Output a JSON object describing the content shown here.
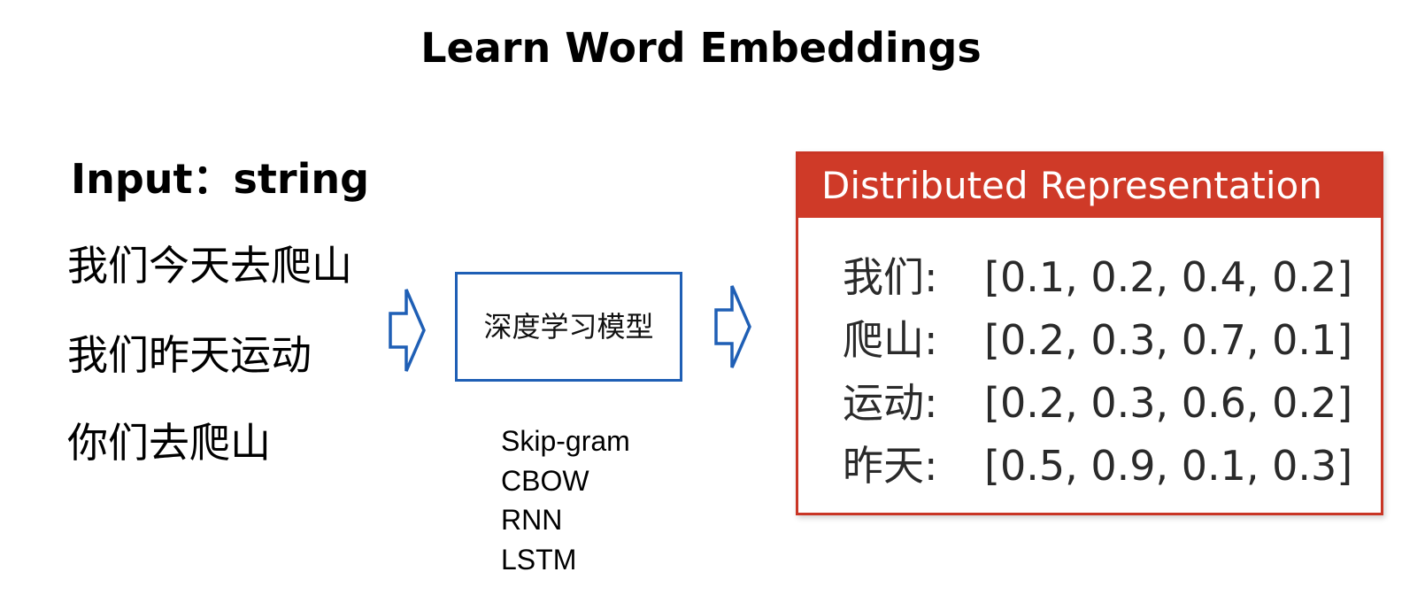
{
  "title": "Learn Word Embeddings",
  "input": {
    "label": "Input：string",
    "sentences": [
      "我们今天去爬山",
      "我们昨天运动",
      "你们去爬山"
    ]
  },
  "model": {
    "label": "深度学习模型",
    "methods": [
      "Skip-gram",
      "CBOW",
      "RNN",
      "LSTM"
    ]
  },
  "representation": {
    "header": "Distributed Representation",
    "rows": [
      {
        "word": "我们:",
        "vector": "[0.1, 0.2, 0.4, 0.2]"
      },
      {
        "word": "爬山:",
        "vector": "[0.2, 0.3, 0.7, 0.1]"
      },
      {
        "word": "运动:",
        "vector": "[0.2, 0.3, 0.6, 0.2]"
      },
      {
        "word": "昨天:",
        "vector": "[0.5, 0.9, 0.1, 0.3]"
      }
    ]
  },
  "colors": {
    "arrow": "#1f5fb5",
    "model_border": "#1f5fb5",
    "panel_header": "#cf3a28",
    "panel_border": "#c93626"
  },
  "icons": {
    "arrow_1": "right-hollow-arrow-icon",
    "arrow_2": "right-hollow-arrow-icon"
  }
}
